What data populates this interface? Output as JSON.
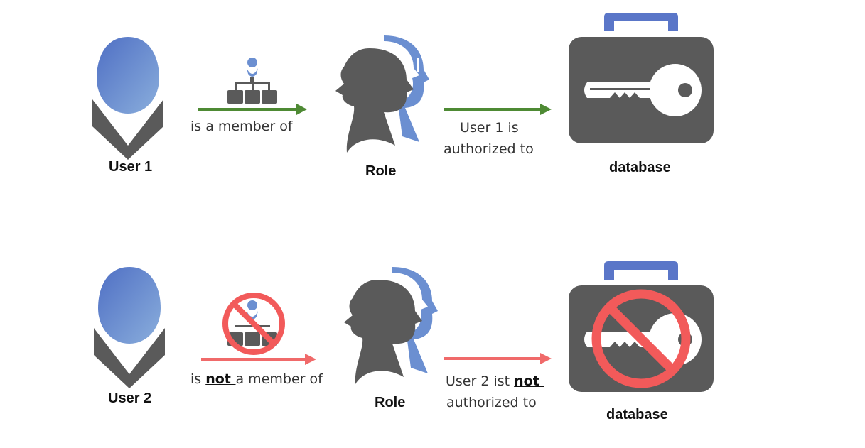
{
  "colors": {
    "user_blue": "#6b8fd1",
    "dark_gray": "#5a5a5a",
    "green_arrow": "#4e8a34",
    "red_arrow": "#f06a6a",
    "prohibit_red": "#f25a5a"
  },
  "row1": {
    "user_label": "User 1",
    "member_text": "is a member of",
    "role_label": "Role",
    "auth_line1": "User 1 is",
    "auth_line2": "authorized to",
    "db_label": "database"
  },
  "row2": {
    "user_label": "User 2",
    "member_pre": "is ",
    "member_not": "not ",
    "member_post": "a member of",
    "role_label": "Role",
    "auth_pre": "User 2 ist ",
    "auth_not": "not ",
    "auth_line2": "authorized to",
    "db_label": "database"
  },
  "icons": [
    "user-icon",
    "hierarchy-icon",
    "role-head-icon",
    "key-case-icon",
    "prohibited-icon"
  ]
}
